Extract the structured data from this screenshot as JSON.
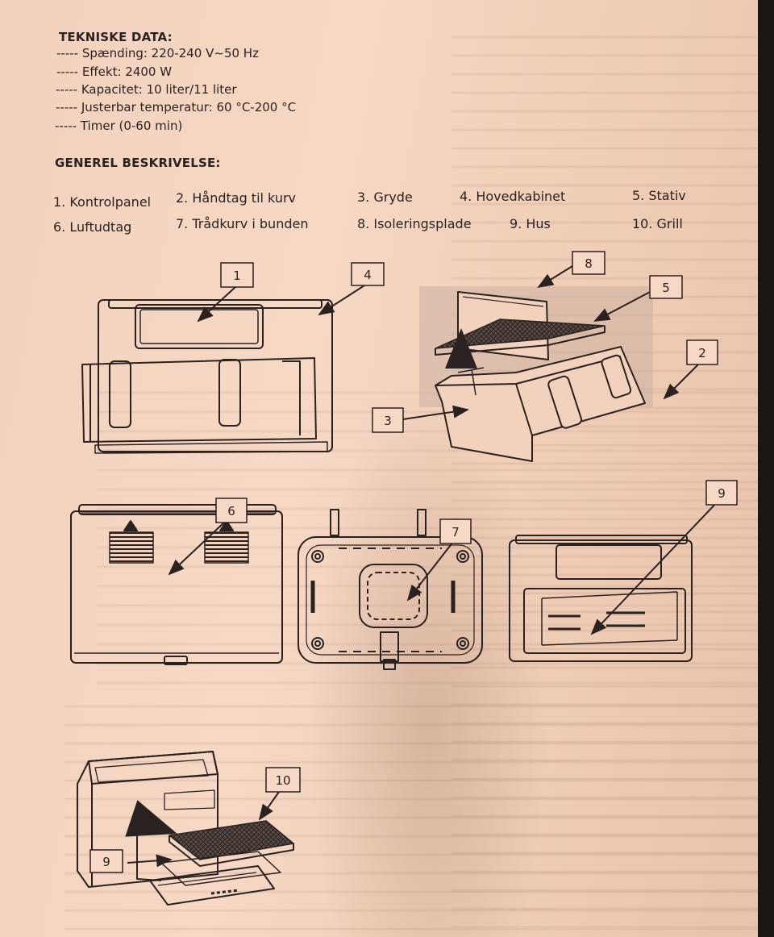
{
  "specs": {
    "heading": "TEKNISKE DATA:",
    "items": [
      {
        "prefix": "-----",
        "text": "Spænding: 220-240 V~50 Hz"
      },
      {
        "prefix": "-----",
        "text": "Effekt: 2400 W"
      },
      {
        "prefix": "-----",
        "text": "Kapacitet: 10 liter/11 liter"
      },
      {
        "prefix": "-----",
        "text": "Justerbar temperatur: 60 °C-200 °C"
      },
      {
        "prefix": "-----",
        "text": "Timer (0-60 min)"
      }
    ]
  },
  "description": {
    "heading": "GENEREL BESKRIVELSE:",
    "parts": [
      "1. Kontrolpanel",
      "2. Håndtag til kurv",
      "3. Gryde",
      "4. Hovedkabinet",
      "5. Stativ",
      "6. Luftudtag",
      "7. Trådkurv i bunden",
      "8. Isoleringsplade",
      "9. Hus",
      "10. Grill"
    ]
  },
  "callouts": [
    "1",
    "4",
    "8",
    "5",
    "2",
    "3",
    "6",
    "7",
    "9",
    "9",
    "10"
  ],
  "colors": {
    "paper": "#f3d2bd",
    "ink": "#2a2220",
    "frame": "#1a1612"
  }
}
